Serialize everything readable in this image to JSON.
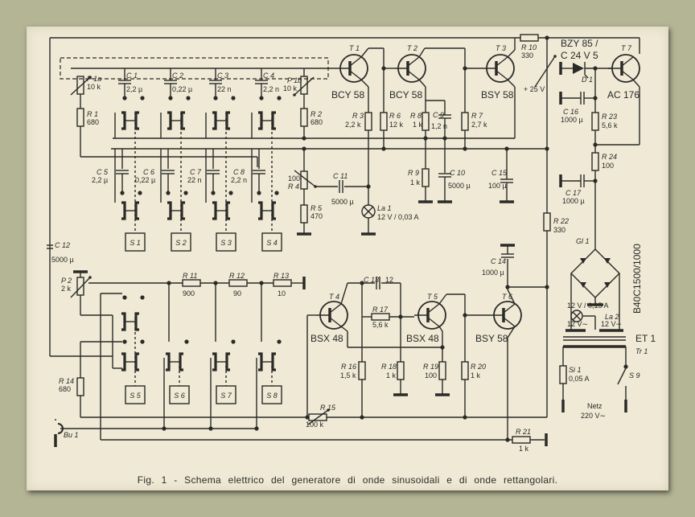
{
  "caption": "Fig. 1 - Schema elettrico del generatore di onde sinusoidali e di onde rettangolari.",
  "supply_label": "+ 25 V",
  "transistors": {
    "T1": {
      "ref": "T 1",
      "type": "BCY 58"
    },
    "T2": {
      "ref": "T 2",
      "type": "BCY 58"
    },
    "T3": {
      "ref": "T 3",
      "type": "BSY 58"
    },
    "T4": {
      "ref": "T 4",
      "type": "BSX 48"
    },
    "T5": {
      "ref": "T 5",
      "type": "BSX 48"
    },
    "T6": {
      "ref": "T 6",
      "type": "BSY 58"
    },
    "T7": {
      "ref": "T 7",
      "type": "AC 176"
    }
  },
  "resistors": {
    "R1": {
      "ref": "R 1",
      "value": "680"
    },
    "R2": {
      "ref": "R 2",
      "value": "680"
    },
    "R3": {
      "ref": "R 3",
      "value": "2,2 k"
    },
    "R4": {
      "ref": "R 4",
      "value": "100"
    },
    "R5": {
      "ref": "R 5",
      "value": "470"
    },
    "R6": {
      "ref": "R 6",
      "value": "12 k"
    },
    "R7": {
      "ref": "R 7",
      "value": "2,7 k"
    },
    "R8": {
      "ref": "R 8",
      "value": "1 k"
    },
    "R9": {
      "ref": "R 9",
      "value": "1 k"
    },
    "R10": {
      "ref": "R 10",
      "value": "330"
    },
    "R11": {
      "ref": "R 11",
      "value": "900"
    },
    "R12": {
      "ref": "R 12",
      "value": "90"
    },
    "R13": {
      "ref": "R 13",
      "value": "10"
    },
    "R14": {
      "ref": "R 14",
      "value": "680"
    },
    "R15": {
      "ref": "R 15",
      "value": "100 k"
    },
    "R16": {
      "ref": "R 16",
      "value": "1,5 k"
    },
    "R17": {
      "ref": "R 17",
      "value": "5,6 k"
    },
    "R18": {
      "ref": "R 18",
      "value": "1 k"
    },
    "R19": {
      "ref": "R 19",
      "value": "100"
    },
    "R20": {
      "ref": "R 20",
      "value": "1 k"
    },
    "R21": {
      "ref": "R 21",
      "value": "1 k"
    },
    "R22": {
      "ref": "R 22",
      "value": "330"
    },
    "R23": {
      "ref": "R 23",
      "value": "5,6 k"
    },
    "R24": {
      "ref": "R 24",
      "value": "100"
    },
    "P1a": {
      "ref": "P 1a",
      "value": "10 k"
    },
    "P1b": {
      "ref": "P 1b",
      "value": "10 k"
    },
    "P2": {
      "ref": "P 2",
      "value": "2 k"
    }
  },
  "capacitors": {
    "C1": {
      "ref": "C 1",
      "value": "2,2 µ"
    },
    "C2": {
      "ref": "C 2",
      "value": "0,22 µ"
    },
    "C3": {
      "ref": "C 3",
      "value": "22 n"
    },
    "C4": {
      "ref": "C 4",
      "value": "2,2 n"
    },
    "C5": {
      "ref": "C 5",
      "value": "2,2 µ"
    },
    "C6": {
      "ref": "C 6",
      "value": "0,22 µ"
    },
    "C7": {
      "ref": "C 7",
      "value": "22 n"
    },
    "C8": {
      "ref": "C 8",
      "value": "2,2 n"
    },
    "C9": {
      "ref": "C 9",
      "value": "1,2 n"
    },
    "C10": {
      "ref": "C 10",
      "value": "5000 µ"
    },
    "C11": {
      "ref": "C 11",
      "value": "5000 µ"
    },
    "C12": {
      "ref": "C 12",
      "value": "5000 µ"
    },
    "C13": {
      "ref": "C 13",
      "value": "12"
    },
    "C14": {
      "ref": "C 14",
      "value": "1000 µ"
    },
    "C15": {
      "ref": "C 15",
      "value": "100 µ"
    },
    "C16": {
      "ref": "C 16",
      "value": "1000 µ"
    },
    "C17": {
      "ref": "C 17",
      "value": "1000 µ"
    }
  },
  "diode": {
    "ref": "D 1",
    "type_line1": "BZY 85 /",
    "type_line2": "C 24 V 5"
  },
  "lamps": {
    "La1": {
      "ref": "La 1",
      "rating": "12 V / 0,03 A"
    },
    "La2": {
      "ref": "La 2",
      "rating": "12 V / 0,15 A"
    }
  },
  "bridge": {
    "ref": "Gl 1",
    "type": "B40C1500/1000"
  },
  "transformer": {
    "ref": "ET 1",
    "sub": "Tr 1",
    "tap_left": "12 V∼",
    "tap_right": "12 V∼"
  },
  "fuse": {
    "ref": "Si 1",
    "value": "0,05 A"
  },
  "mains_switch": "S 9",
  "mains": {
    "label": "Netz",
    "voltage": "220 V∼"
  },
  "socket": "Bu 1",
  "switches": [
    "S 1",
    "S 2",
    "S 3",
    "S 4",
    "S 5",
    "S 6",
    "S 7",
    "S 8"
  ]
}
